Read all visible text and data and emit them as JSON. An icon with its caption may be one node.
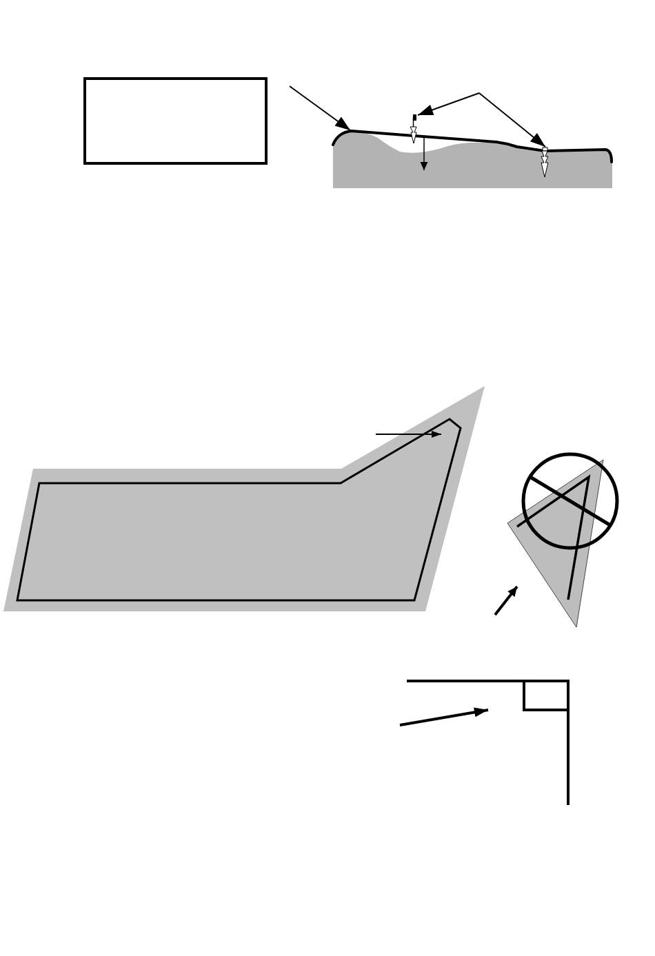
{
  "diagram": {
    "nodes": [
      {
        "text": [],
        "shape": "box"
      },
      {
        "text": [],
        "shape": "picture"
      },
      {
        "text": [],
        "shape": "picture"
      },
      {
        "text": [],
        "shape": "picture"
      }
    ],
    "edges": [
      {
        "from": null,
        "to": 1,
        "arrow": "to"
      },
      {
        "from": null,
        "to": 2,
        "arrow": "to"
      },
      {
        "from": null,
        "to": 3,
        "arrow": "to"
      }
    ]
  }
}
